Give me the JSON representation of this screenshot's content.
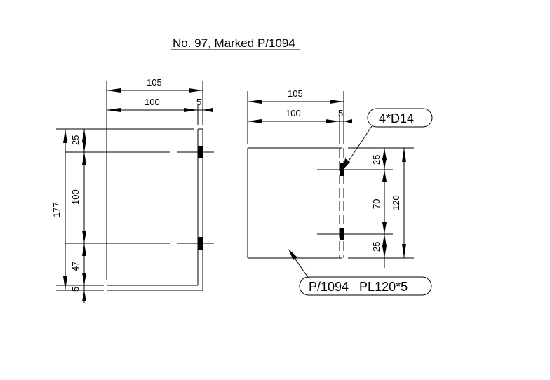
{
  "title": "No. 97, Marked P/1094",
  "left_view": {
    "dim_overall_width": "105",
    "dim_inner_width": "100",
    "dim_thickness": "5",
    "dim_total_height": "177",
    "dim_top_edge": "25",
    "dim_hole_spacing": "100",
    "dim_bottom_edge": "47",
    "dim_plate_thickness": "5"
  },
  "right_view": {
    "dim_overall_width": "105",
    "dim_inner_width": "100",
    "dim_thickness": "5",
    "dim_top_edge": "25",
    "dim_hole_spacing": "70",
    "dim_bottom_edge": "25",
    "dim_plate_height": "120"
  },
  "callouts": {
    "holes": "4*D14",
    "plate": "P/1094   PL120*5"
  },
  "colors": {
    "ink": "#000000",
    "paper": "#ffffff"
  }
}
